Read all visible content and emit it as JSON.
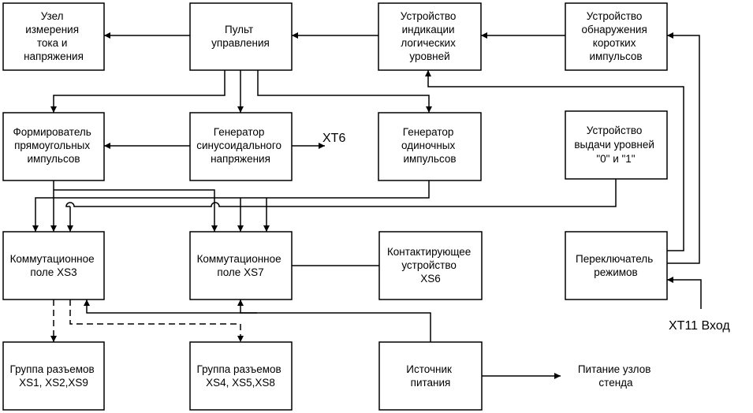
{
  "blocks": {
    "measure": [
      "Узел",
      "измерения",
      "тока и",
      "напряжения"
    ],
    "control": [
      "Пульт",
      "управления"
    ],
    "indicator": [
      "Устройство",
      "индикации",
      "логических",
      "уровней"
    ],
    "detector": [
      "Устройство",
      "обнаружения",
      "коротких",
      "импульсов"
    ],
    "shaper": [
      "Формирователь",
      "прямоугольных",
      "импульсов"
    ],
    "sine_gen": [
      "Генератор",
      "синусоидального",
      "напряжения"
    ],
    "single_gen": [
      "Генератор",
      "одиночных",
      "импульсов"
    ],
    "level_out": [
      "Устройство",
      "выдачи уровней",
      "\"0\" и \"1\""
    ],
    "field_xs3": [
      "Коммутационное",
      "поле XS3"
    ],
    "field_xs7": [
      "Коммутационное",
      "поле XS7"
    ],
    "contact": [
      "Контактирующее",
      "устройство",
      "XS6"
    ],
    "switch": [
      "Переключатель",
      "режимов"
    ],
    "group1": [
      "Группа разъемов",
      "XS1, XS2,XS9"
    ],
    "group2": [
      "Группа разъемов",
      "XS4, XS5,XS8"
    ],
    "power": [
      "Источник",
      "питания"
    ],
    "power_out": [
      "Питание узлов",
      "стенда"
    ]
  },
  "labels": {
    "xt6": "XT6",
    "xt11": "XT11 Вход"
  }
}
